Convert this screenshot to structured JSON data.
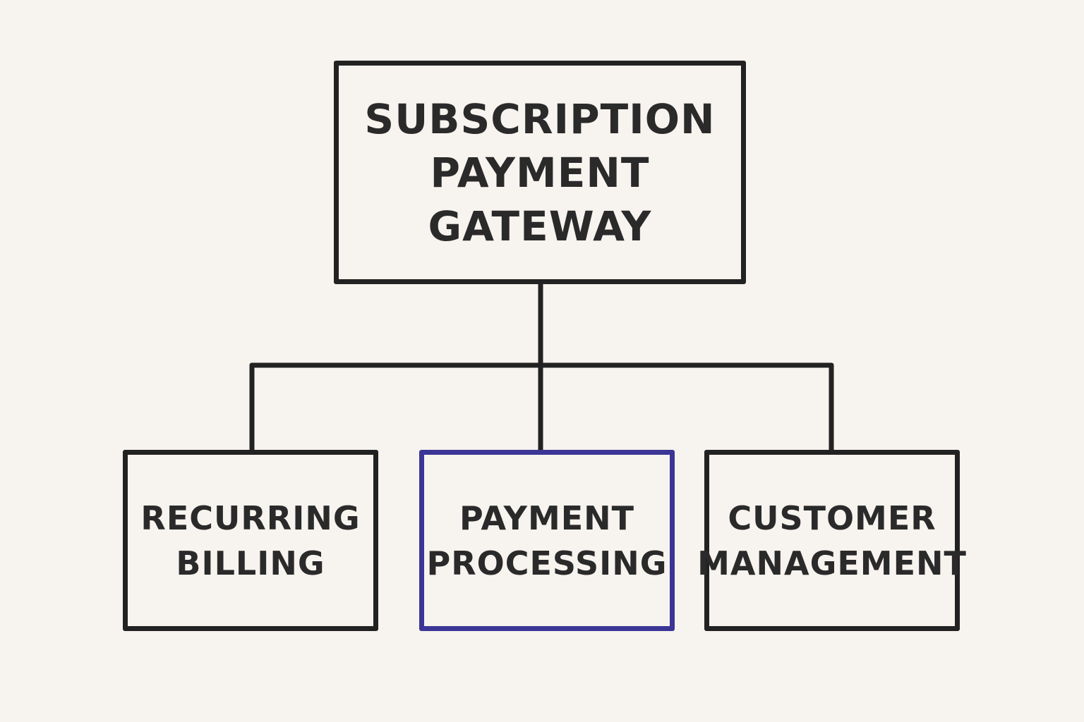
{
  "diagram": {
    "root": {
      "lines": [
        "SUBSCRIPTION",
        "PAYMENT",
        "GATEWAY"
      ]
    },
    "children": [
      {
        "lines": [
          "RECURRING",
          "BILLING"
        ]
      },
      {
        "lines": [
          "PAYMENT",
          "PROCESSING"
        ],
        "highlighted": true
      },
      {
        "lines": [
          "CUSTOMER",
          "MANAGEMENT"
        ]
      }
    ]
  },
  "colors": {
    "background": "#f7f3ee",
    "stroke": "#222222",
    "text": "#2a2a2a",
    "highlight": "#3b3596"
  }
}
